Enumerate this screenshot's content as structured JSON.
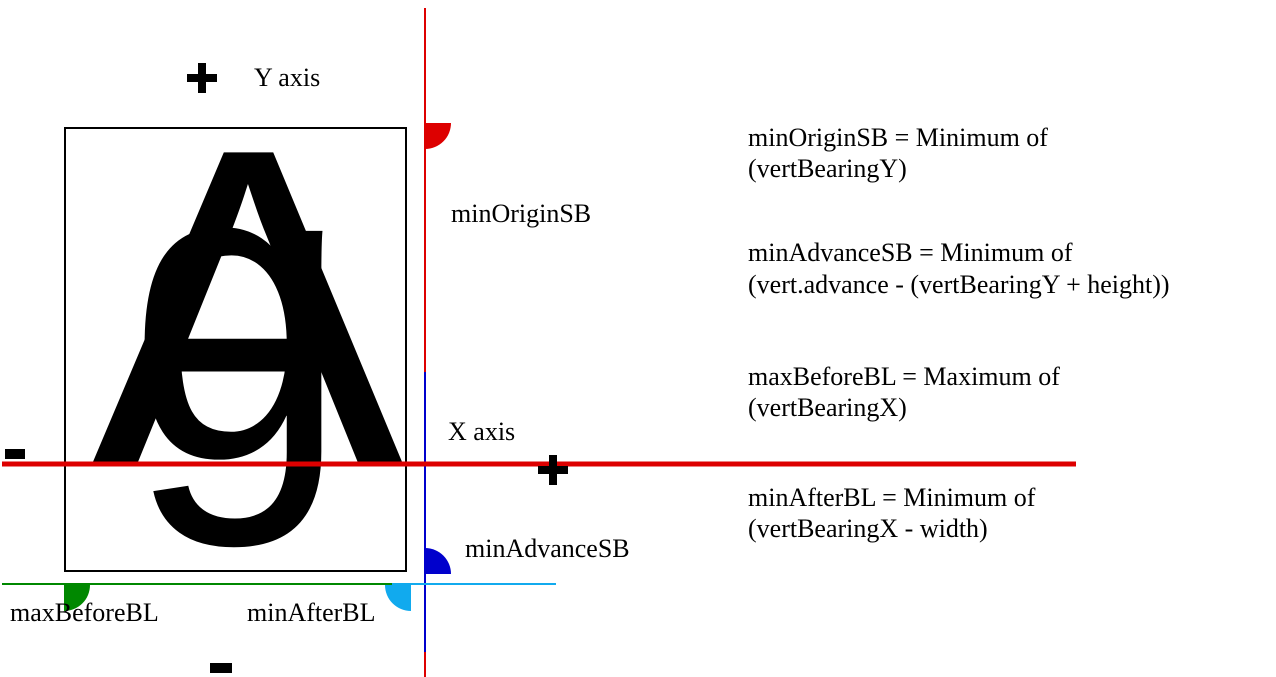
{
  "axes": {
    "y_axis_label": "Y axis",
    "x_axis_label": "X axis",
    "plus_sign": "+",
    "minus_sign": "-"
  },
  "glyphs": {
    "a_glyph": "A",
    "g_glyph": "g"
  },
  "markers": {
    "min_origin_sb": "minOriginSB",
    "min_advance_sb": "minAdvanceSB",
    "max_before_bl": "maxBeforeBL",
    "min_after_bl": "minAfterBL"
  },
  "definitions": [
    {
      "line1": "minOriginSB = Minimum of",
      "line2": "(vertBearingY)"
    },
    {
      "line1": "minAdvanceSB = Minimum of",
      "line2": "(vert.advance - (vertBearingY + height))"
    },
    {
      "line1": "maxBeforeBL = Maximum of",
      "line2": "(vertBearingX)"
    },
    {
      "line1": "minAfterBL = Minimum of",
      "line2": "(vertBearingX - width)"
    }
  ],
  "colors": {
    "red": "#dd0000",
    "blue": "#0000cc",
    "green": "#008800",
    "cyan": "#11aaee",
    "black": "#000000"
  }
}
